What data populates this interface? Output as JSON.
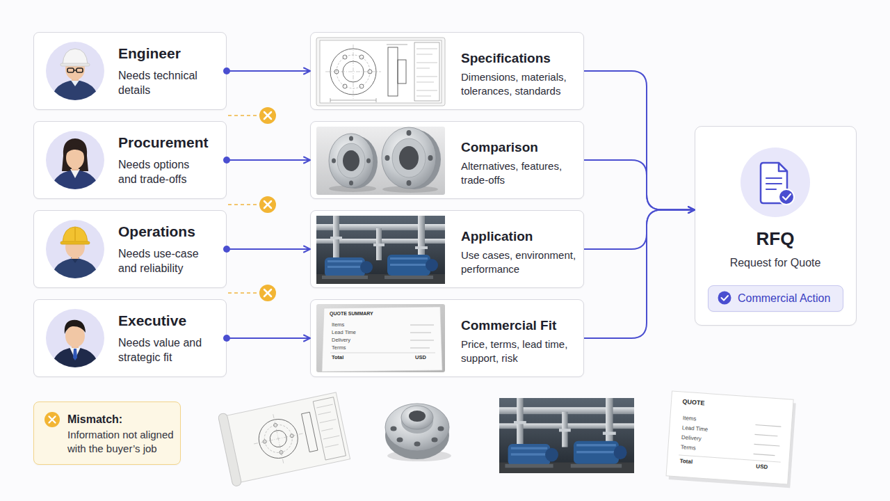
{
  "diagram": {
    "nodes": [
      {
        "text": [
          "Engineer",
          "Needs technical details"
        ]
      },
      {
        "text": [
          "Procurement",
          "Needs options and trade-offs"
        ]
      },
      {
        "text": [
          "Operations",
          "Needs use-case and reliability"
        ]
      },
      {
        "text": [
          "Executive",
          "Needs value and strategic fit"
        ]
      },
      {
        "text": [
          "Specifications",
          "Dimensions, materials, tolerances, standards"
        ]
      },
      {
        "text": [
          "Comparison",
          "Alternatives, features, trade-offs"
        ]
      },
      {
        "text": [
          "Application",
          "Use cases, environment, performance"
        ]
      },
      {
        "text": [
          "Commercial Fit",
          "Price, terms, lead time, support, risk"
        ]
      },
      {
        "text": [
          "RFQ",
          "Request for Quote"
        ]
      },
      {
        "text": [
          "Commercial Action"
        ],
        "in": 8
      },
      {
        "text": [
          "Mismatch:",
          "Information not aligned with the buyer’s job"
        ]
      }
    ],
    "edges": [
      {
        "from": 0,
        "to": 4,
        "arrow": "to"
      },
      {
        "from": 1,
        "to": 5,
        "arrow": "to"
      },
      {
        "from": 2,
        "to": 6,
        "arrow": "to"
      },
      {
        "from": 3,
        "to": 7,
        "arrow": "to"
      },
      {
        "from": 4,
        "to": 8,
        "arrow": "to"
      },
      {
        "from": 5,
        "to": 8,
        "arrow": "to"
      },
      {
        "from": 6,
        "to": 8,
        "arrow": "to"
      },
      {
        "from": 7,
        "to": 8,
        "arrow": "to"
      }
    ],
    "labels": [
      "QUOTE SUMMARY",
      "Items",
      "Lead Time",
      "Delivery",
      "Terms",
      "Total",
      "USD",
      "QUOTE",
      "Items",
      "Lead Time",
      "Delivery",
      "Terms",
      "Total",
      "USD"
    ]
  }
}
